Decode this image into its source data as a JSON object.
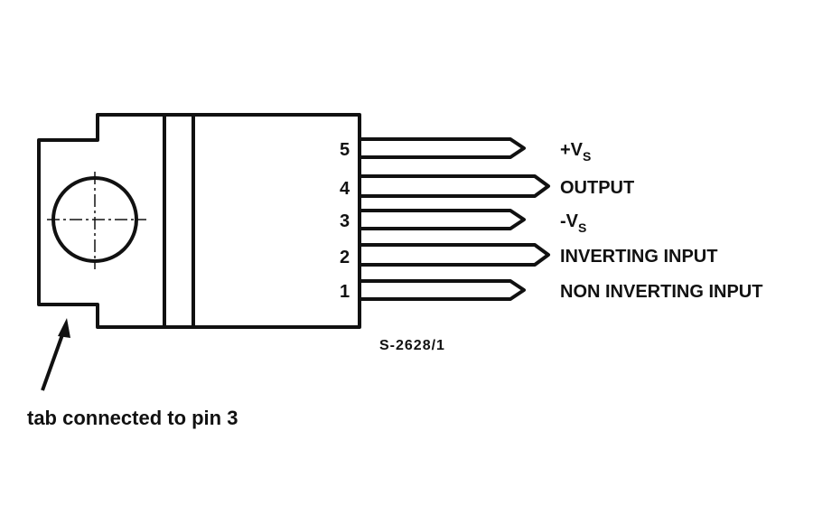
{
  "diagram": {
    "pins": [
      {
        "number": "5",
        "label": "+V",
        "subscript": "S"
      },
      {
        "number": "4",
        "label": "OUTPUT",
        "subscript": ""
      },
      {
        "number": "3",
        "label": "-V",
        "subscript": "S"
      },
      {
        "number": "2",
        "label": "INVERTING INPUT",
        "subscript": ""
      },
      {
        "number": "1",
        "label": "NON INVERTING INPUT",
        "subscript": ""
      }
    ],
    "drawing_code": "S-2628/1",
    "annotation": "tab connected to pin 3"
  }
}
